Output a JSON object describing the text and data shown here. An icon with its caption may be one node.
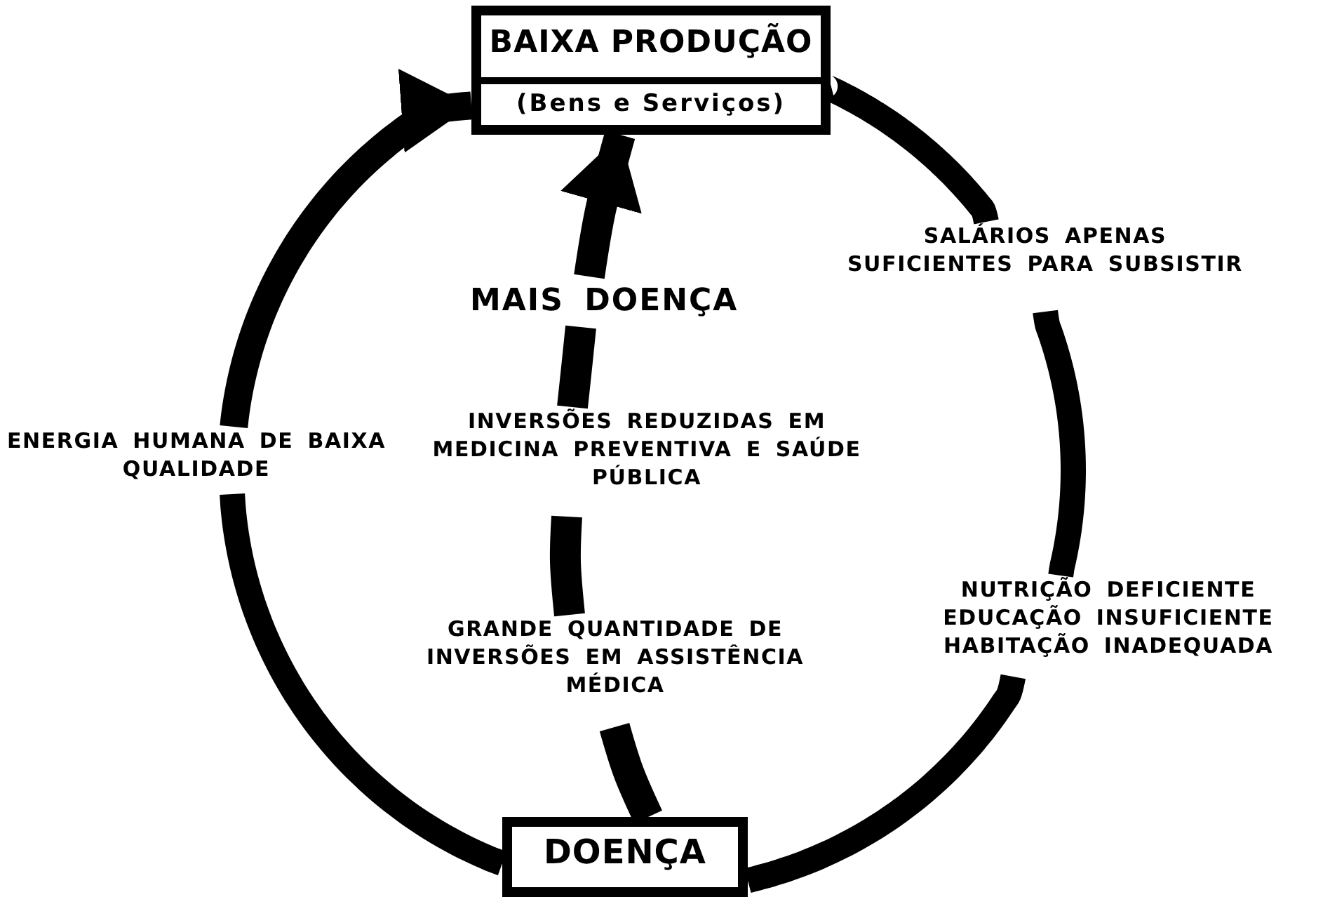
{
  "diagram": {
    "nodes": [
      {
        "text": [
          "BAIXA PRODUÇÃO",
          "(Bens e Serviços)"
        ]
      },
      {
        "text": [
          "SALÁRIOS APENAS SUFICIENTES PARA SUBSISTIR"
        ]
      },
      {
        "text": [
          "NUTRIÇÃO DEFICIENTE EDUCAÇÃO INSUFICIENTE HABITAÇÃO INADEQUADA"
        ]
      },
      {
        "text": [
          "DOENÇA"
        ]
      },
      {
        "text": [
          "ENERGIA HUMANA DE BAIXA QUALIDADE"
        ]
      },
      {
        "text": [
          "GRANDE QUANTIDADE DE INVERSÕES EM ASSISTÊNCIA MÉDICA"
        ]
      },
      {
        "text": [
          "INVERSÕES REDUZIDAS EM MEDICINA PREVENTIVA E SAÚDE PÚBLICA"
        ]
      },
      {
        "text": [
          "MAIS DOENÇA"
        ]
      }
    ],
    "edges": [
      {
        "from": 0,
        "to": 1,
        "arrow": "none"
      },
      {
        "from": 1,
        "to": 2,
        "arrow": "none"
      },
      {
        "from": 2,
        "to": 3,
        "arrow": "none"
      },
      {
        "from": 3,
        "to": 4,
        "arrow": "none"
      },
      {
        "from": 4,
        "to": 0,
        "arrow": "to"
      },
      {
        "from": 3,
        "to": 5,
        "arrow": "none"
      },
      {
        "from": 5,
        "to": 6,
        "arrow": "none"
      },
      {
        "from": 6,
        "to": 7,
        "arrow": "none"
      },
      {
        "from": 7,
        "to": 0,
        "arrow": "to"
      }
    ]
  }
}
